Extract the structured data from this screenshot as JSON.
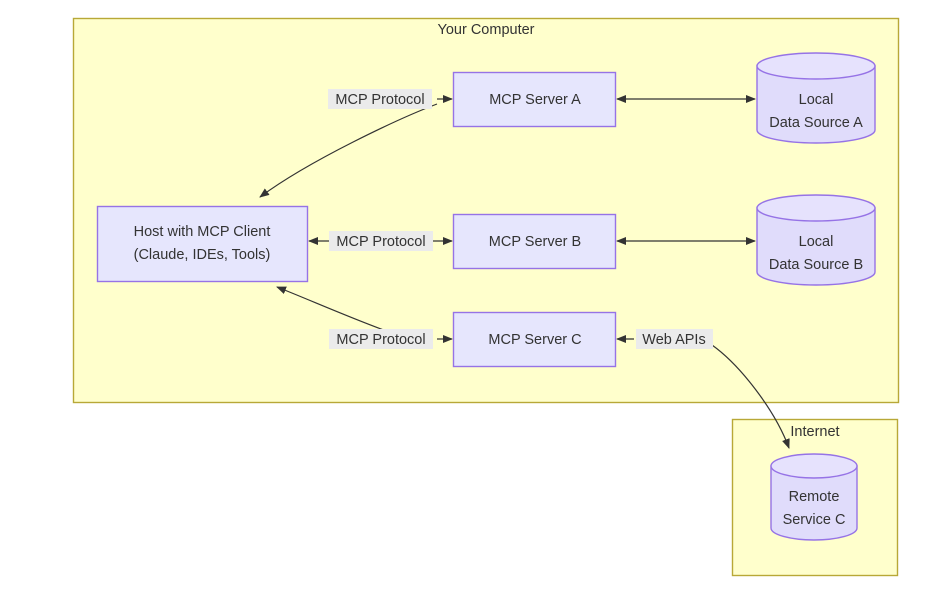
{
  "diagram": {
    "title_visible": false,
    "colors": {
      "container_fill": "#ffffcc",
      "container_stroke": "#b8a837",
      "node_fill": "#e6e6fd",
      "node_stroke": "#9673e6",
      "cylinder_fill": "#e0dcfb",
      "edge_stroke": "#333333",
      "label_background": "#ebebeb",
      "text_color": "#333333",
      "page_background": "#ffffff"
    },
    "containers": [
      {
        "id": "your-computer",
        "label": "Your Computer"
      },
      {
        "id": "internet",
        "label": "Internet"
      }
    ],
    "nodes": [
      {
        "id": "host",
        "label_line1": "Host with MCP Client",
        "label_line2": "(Claude, IDEs, Tools)",
        "shape": "rectangle"
      },
      {
        "id": "server-a",
        "label": "MCP Server A",
        "shape": "rectangle"
      },
      {
        "id": "server-b",
        "label": "MCP Server B",
        "shape": "rectangle"
      },
      {
        "id": "server-c",
        "label": "MCP Server C",
        "shape": "rectangle"
      },
      {
        "id": "data-source-a",
        "label_line1": "Local",
        "label_line2": "Data Source A",
        "shape": "cylinder"
      },
      {
        "id": "data-source-b",
        "label_line1": "Local",
        "label_line2": "Data Source B",
        "shape": "cylinder"
      },
      {
        "id": "remote-service-c",
        "label_line1": "Remote",
        "label_line2": "Service C",
        "shape": "cylinder"
      }
    ],
    "edges": [
      {
        "id": "edge-host-server-a",
        "label": "MCP Protocol",
        "from": "host",
        "to": "server-a",
        "arrow": "both-ends-curved"
      },
      {
        "id": "edge-host-server-b",
        "label": "MCP Protocol",
        "from": "host",
        "to": "server-b",
        "arrow": "double"
      },
      {
        "id": "edge-host-server-c",
        "label": "MCP Protocol",
        "from": "host",
        "to": "server-c",
        "arrow": "both-ends-curved"
      },
      {
        "id": "edge-server-a-data-a",
        "label": "",
        "from": "server-a",
        "to": "data-source-a",
        "arrow": "double"
      },
      {
        "id": "edge-server-b-data-b",
        "label": "",
        "from": "server-b",
        "to": "data-source-b",
        "arrow": "double"
      },
      {
        "id": "edge-server-c-remote",
        "label": "Web APIs",
        "from": "server-c",
        "to": "remote-service-c",
        "arrow": "single"
      }
    ]
  }
}
